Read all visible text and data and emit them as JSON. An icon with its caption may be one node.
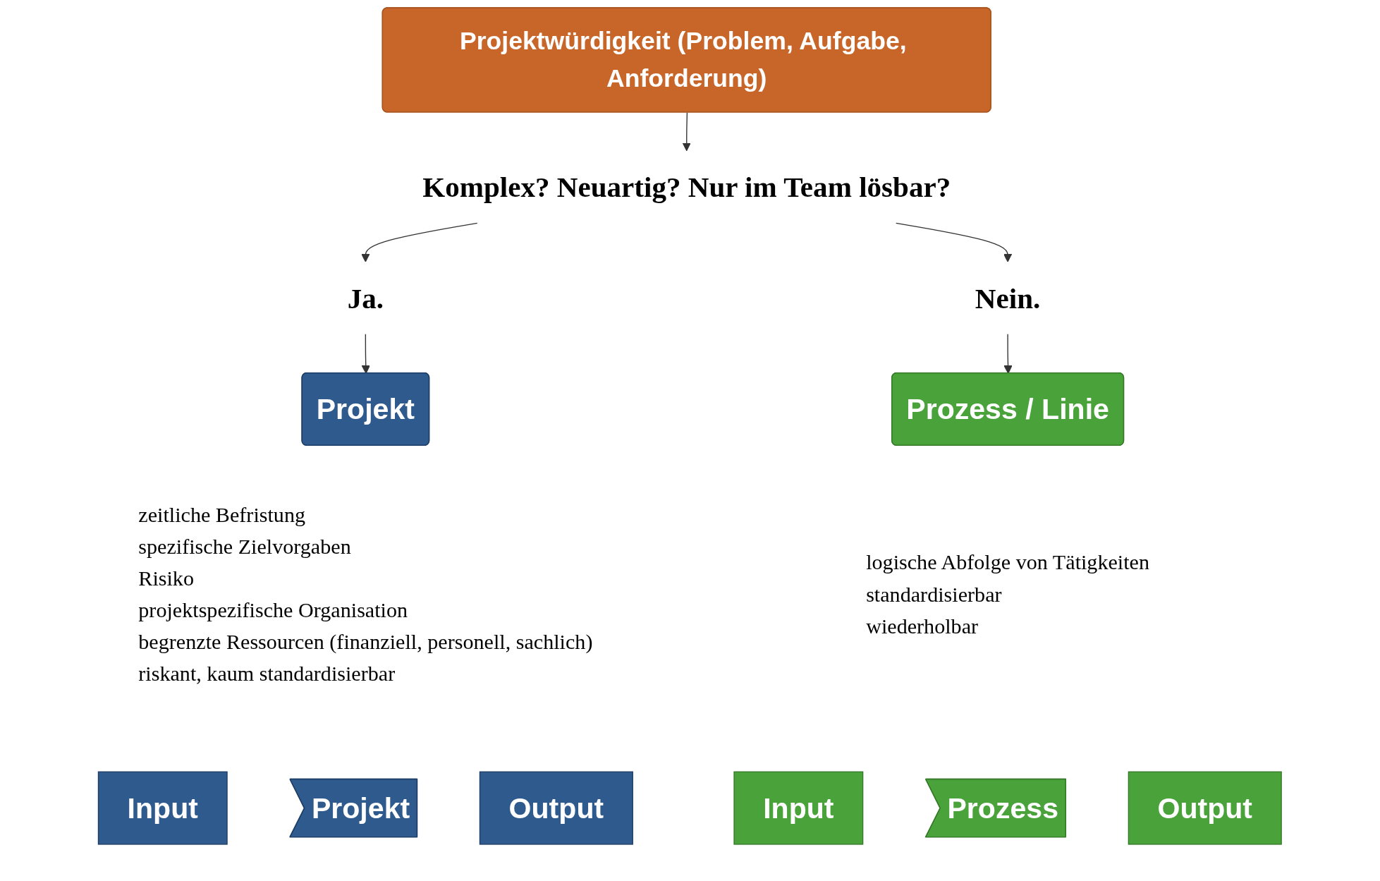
{
  "diagram": {
    "nodes": [
      {
        "text": [
          "Projektwürdigkeit (Problem, Aufgabe, Anforderung)"
        ]
      },
      {
        "text": [
          "Komplex? Neuartig? Nur im Team lösbar?"
        ]
      },
      {
        "text": [
          "Ja."
        ]
      },
      {
        "text": [
          "Nein."
        ]
      },
      {
        "text": [
          "Projekt"
        ],
        "beside": [
          "zeitliche Befristung",
          "spezifische Zielvorgaben",
          "Risiko",
          "projektspezifische Organisation",
          "begrenzte Ressourcen (finanziell, personell, sachlich)",
          "riskant, kaum standardisierbar"
        ]
      },
      {
        "text": [
          "Prozess / Linie"
        ],
        "beside": [
          "logische Abfolge von Tätigkeiten",
          "standardisierbar",
          "wiederholbar"
        ]
      },
      {
        "text": [
          "Input"
        ]
      },
      {
        "text": [
          "Projekt"
        ]
      },
      {
        "text": [
          "Output"
        ]
      },
      {
        "text": [
          "Input"
        ]
      },
      {
        "text": [
          "Prozess"
        ]
      },
      {
        "text": [
          "Output"
        ]
      }
    ],
    "edges": [
      {
        "from": 0,
        "to": 1,
        "arrow": "to"
      },
      {
        "from": 1,
        "to": 2,
        "arrow": "to"
      },
      {
        "from": 1,
        "to": 3,
        "arrow": "to"
      },
      {
        "from": 2,
        "to": 4,
        "arrow": "to"
      },
      {
        "from": 3,
        "to": 5,
        "arrow": "to"
      }
    ]
  }
}
